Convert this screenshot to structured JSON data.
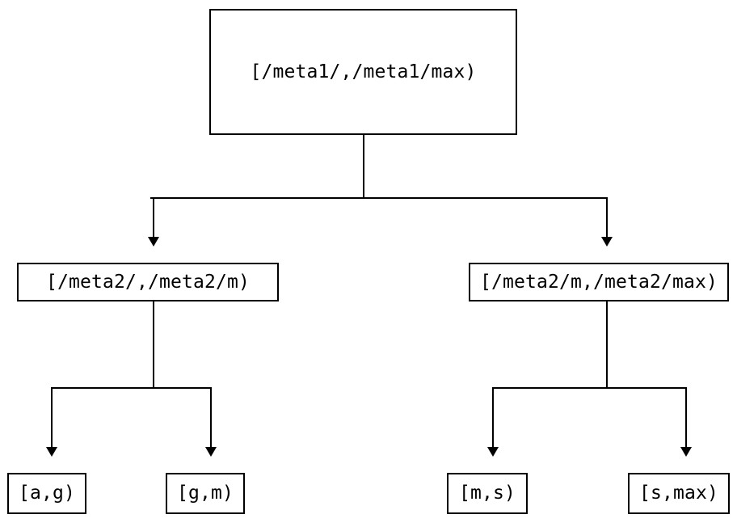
{
  "diagram": {
    "type": "interval-partition-tree",
    "orientation": "top-down",
    "background_color": "#ffffff",
    "line_color": "#000000",
    "text_color": "#000000",
    "nodes": {
      "root": {
        "label": "[/meta1/,/meta1/max)",
        "level": 0
      },
      "meta2_low": {
        "label": "[/meta2/,/meta2/m)",
        "level": 1
      },
      "meta2_high": {
        "label": "[/meta2/m,/meta2/max)",
        "level": 1
      },
      "leaf_ag": {
        "label": "[a,g)",
        "level": 2
      },
      "leaf_gm": {
        "label": "[g,m)",
        "level": 2
      },
      "leaf_ms": {
        "label": "[m,s)",
        "level": 2
      },
      "leaf_smax": {
        "label": "[s,max)",
        "level": 2
      }
    },
    "edges": [
      {
        "from": "root",
        "to": "meta2_low",
        "arrow": "down-triangle"
      },
      {
        "from": "root",
        "to": "meta2_high",
        "arrow": "down-triangle"
      },
      {
        "from": "meta2_low",
        "to": "leaf_ag",
        "arrow": "down-triangle"
      },
      {
        "from": "meta2_low",
        "to": "leaf_gm",
        "arrow": "down-triangle"
      },
      {
        "from": "meta2_high",
        "to": "leaf_ms",
        "arrow": "down-triangle"
      },
      {
        "from": "meta2_high",
        "to": "leaf_smax",
        "arrow": "down-triangle"
      }
    ]
  }
}
